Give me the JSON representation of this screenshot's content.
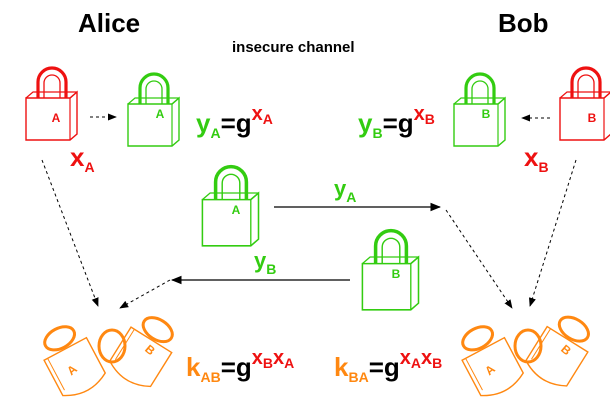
{
  "participants": {
    "left": "Alice",
    "right": "Bob"
  },
  "channel_label": "insecure channel",
  "colors": {
    "secret": "#ee1111",
    "public": "#33cc11",
    "shared": "#ff8811",
    "text": "#000000"
  },
  "locks": {
    "alice_private": "A",
    "alice_public": "A",
    "alice_sent": "A",
    "bob_private": "B",
    "bob_public": "B",
    "bob_sent": "B",
    "shared_left": [
      "A",
      "B"
    ],
    "shared_right": [
      "A",
      "B"
    ]
  },
  "secret_labels": {
    "alice": {
      "base": "x",
      "sub": "A"
    },
    "bob": {
      "base": "x",
      "sub": "B"
    }
  },
  "equations": {
    "alice_public": {
      "lhs": "y",
      "lhs_sub": "A",
      "eq": "=g",
      "exp": "x",
      "exp_sub": "A"
    },
    "bob_public": {
      "lhs": "y",
      "lhs_sub": "B",
      "eq": "=g",
      "exp": "x",
      "exp_sub": "B"
    },
    "key_ab": {
      "lhs": "k",
      "lhs_sub": "AB",
      "eq": "=g",
      "exp1": "x",
      "exp1_sub": "B",
      "exp2": "x",
      "exp2_sub": "A"
    },
    "key_ba": {
      "lhs": "k",
      "lhs_sub": "BA",
      "eq": "=g",
      "exp1": "x",
      "exp1_sub": "A",
      "exp2": "x",
      "exp2_sub": "B"
    }
  },
  "messages": {
    "to_bob": {
      "base": "y",
      "sub": "A"
    },
    "to_alice": {
      "base": "y",
      "sub": "B"
    }
  }
}
